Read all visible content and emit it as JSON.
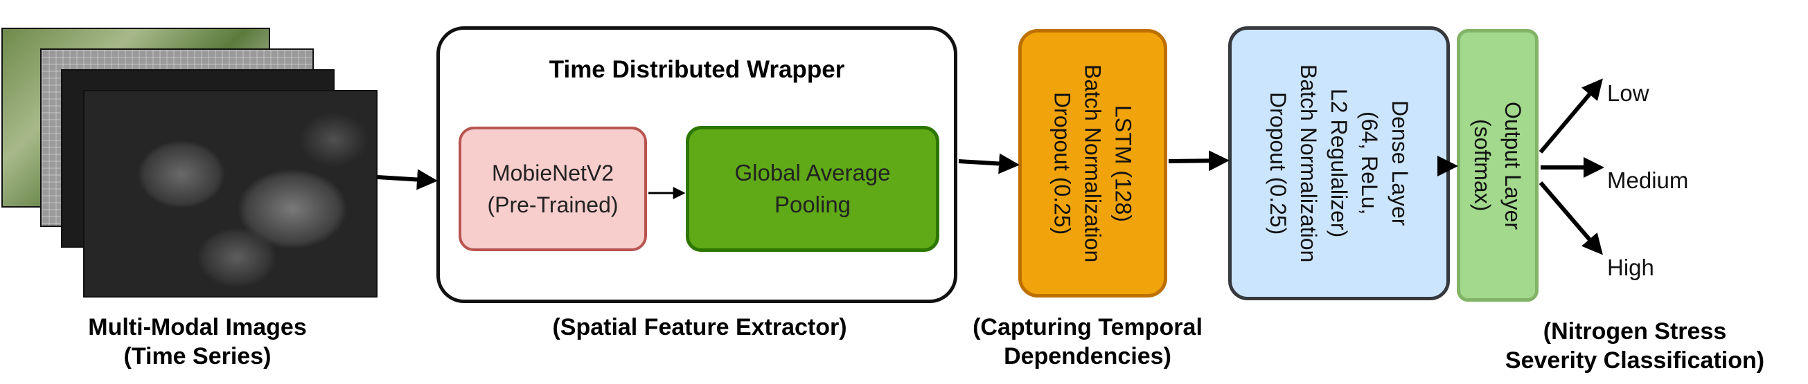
{
  "images": {
    "caption_line1": "Multi-Modal Images",
    "caption_line2": "(Time Series)"
  },
  "wrapper": {
    "title": "Time Distributed Wrapper",
    "caption": "(Spatial Feature Extractor)"
  },
  "mobilenet": {
    "line1": "MobieNetV2",
    "line2": "(Pre-Trained)"
  },
  "pooling": {
    "line1": "Global Average",
    "line2": "Pooling"
  },
  "lstm": {
    "lines": [
      "LSTM (128)",
      "Batch Normalization",
      "Dropout (0.25)"
    ],
    "caption_line1": "(Capturing Temporal",
    "caption_line2": "Dependencies)"
  },
  "dense": {
    "lines": [
      "Dense Layer",
      "(64, ReLu,",
      "L2 Regulalizer)",
      "Batch Normalization",
      "Dropout (0.25)"
    ]
  },
  "output": {
    "lines": [
      "Output Layer",
      "(softmax)"
    ],
    "classes": [
      "Low",
      "Medium",
      "High"
    ],
    "caption_line1": "(Nitrogen Stress",
    "caption_line2": "Severity Classification)"
  },
  "colors": {
    "mobilenet_fill": "#f8cecc",
    "mobilenet_border": "#b85450",
    "pooling_fill": "#60a917",
    "pooling_border": "#2d7600",
    "lstm_fill": "#f0a30a",
    "lstm_border": "#bd7000",
    "dense_fill": "#cce5ff",
    "dense_border": "#36393d",
    "output_fill": "#a2d98c",
    "output_border": "#82b366"
  }
}
